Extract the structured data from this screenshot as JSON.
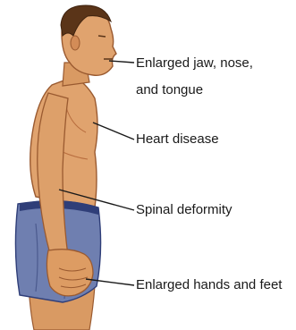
{
  "labels": {
    "jaw_line1": "Enlarged jaw, nose,",
    "jaw_line2": "and tongue",
    "heart": "Heart disease",
    "spine": "Spinal deformity",
    "hands": "Enlarged hands and feet"
  },
  "colors": {
    "skin": "#e0a36e",
    "skin_shadow": "#b86d3e",
    "hair": "#5a3418",
    "shorts": "#6f7fb0",
    "shorts_shadow": "#4b5a8e",
    "waistband": "#2f3e78",
    "leader_line": "#1a1a1a",
    "text": "#1a1a1a"
  }
}
